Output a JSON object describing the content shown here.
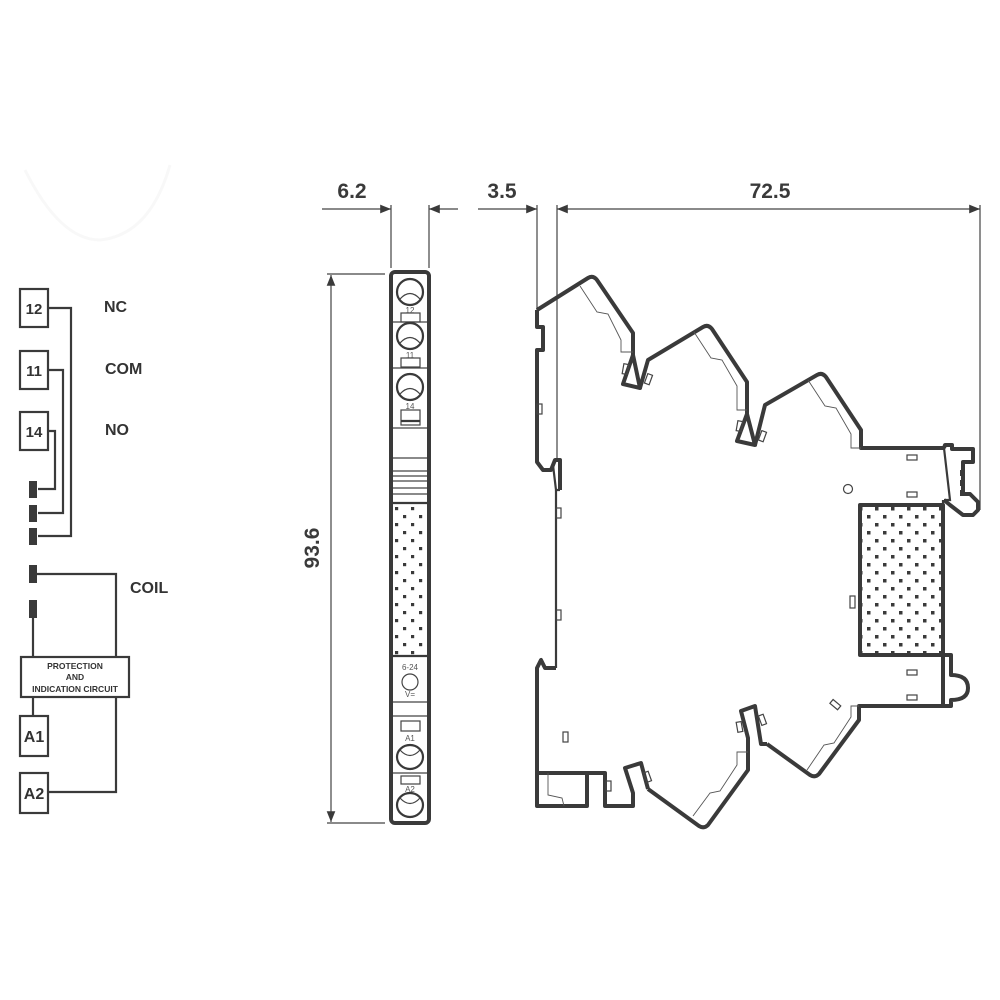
{
  "schematic": {
    "contacts": [
      {
        "terminal": "12",
        "function": "NC"
      },
      {
        "terminal": "11",
        "function": "COM"
      },
      {
        "terminal": "14",
        "function": "NO"
      }
    ],
    "coil_label": "COIL",
    "circuit_box": {
      "line1": "PROTECTION",
      "line2": "AND",
      "line3": "INDICATION CIRCUIT"
    },
    "supply_terminals": [
      "A1",
      "A2"
    ]
  },
  "front_view": {
    "width_dim": "6.2",
    "height_dim": "93.6",
    "terminal_marks": [
      "12",
      "11",
      "14",
      "A1",
      "A2"
    ],
    "led_voltage": "6-24",
    "led_symbol": "V="
  },
  "side_view": {
    "rail_offset_dim": "3.5",
    "depth_dim": "72.5"
  },
  "colors": {
    "line": "#3a3a3a",
    "background": "#ffffff"
  }
}
